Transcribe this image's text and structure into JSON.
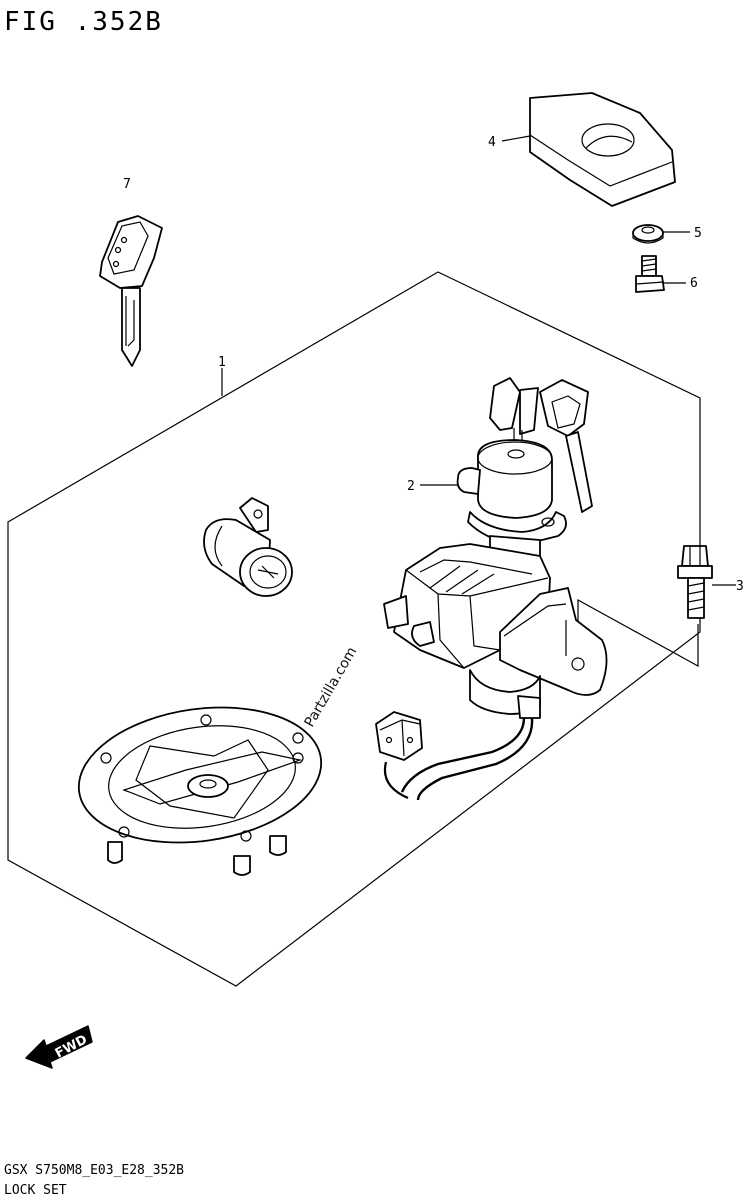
{
  "figure": {
    "title": "FIG .352B",
    "code": "GSX S750M8_E03_E28_352B",
    "subtitle": "LOCK SET"
  },
  "callouts": [
    "1",
    "2",
    "3",
    "4",
    "5",
    "6",
    "7"
  ],
  "watermark": "Partzilla.com",
  "fwd_label": "FWD"
}
